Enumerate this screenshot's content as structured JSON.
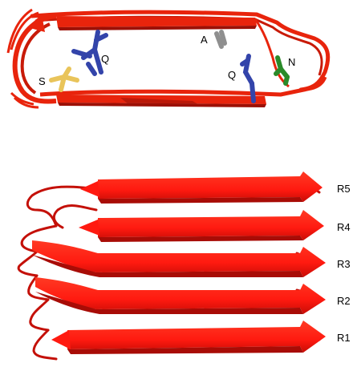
{
  "top_panel": {
    "residue_labels": {
      "q_left": "Q",
      "s": "S",
      "a": "A",
      "q_right": "Q",
      "n": "N"
    },
    "colors": {
      "strand": "#e8240c",
      "strand_dark": "#9c1006",
      "gln": "#3344aa",
      "ser": "#e9c45a",
      "ala": "#8f8f8f",
      "asn": "#2a8a2a"
    }
  },
  "bottom_panel": {
    "repeat_labels": [
      "R5",
      "R4",
      "R3",
      "R2",
      "R1"
    ],
    "colors": {
      "sheet": "#ff1a10",
      "sheet_dark": "#a80c06",
      "loop": "#c41008"
    }
  }
}
